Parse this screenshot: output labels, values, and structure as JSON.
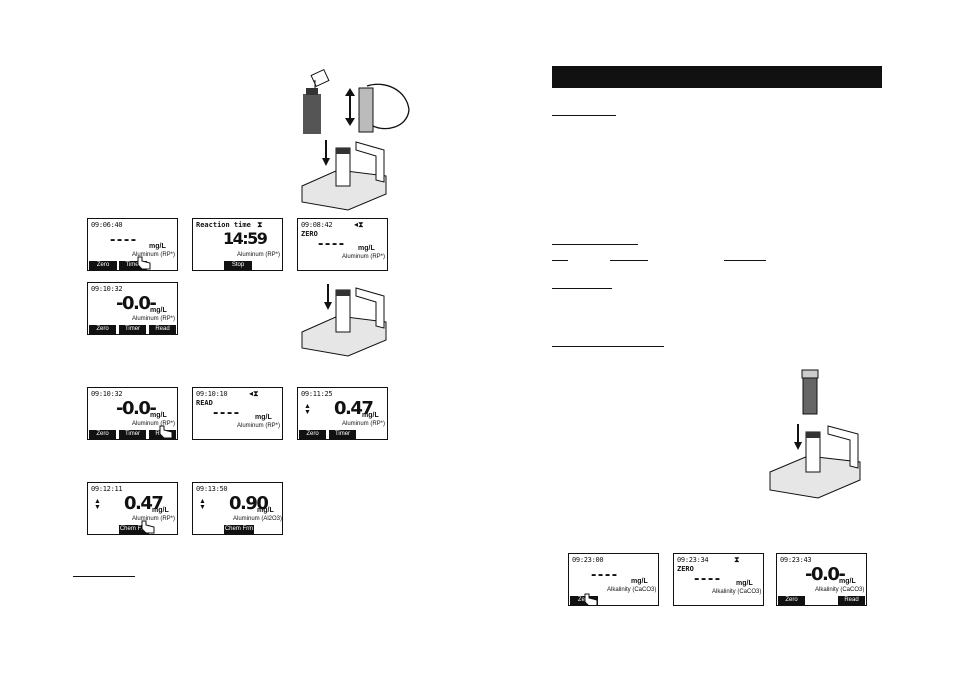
{
  "screens": {
    "s1": {
      "time": "09:06:40",
      "value": "- - - -",
      "unit": "mg/L",
      "param": "Aluminum (RP*)",
      "keys": [
        "Zero",
        "Timer"
      ]
    },
    "s2": {
      "label": "Reaction time",
      "value": "14:59",
      "param": "Aluminum (RP*)",
      "keys": [
        "Stop"
      ]
    },
    "s3": {
      "time": "09:08:42",
      "label": "ZERO",
      "value": "- - - -",
      "unit": "mg/L",
      "param": "Aluminum (RP*)"
    },
    "s4": {
      "time": "09:10:32",
      "value": "-0.0-",
      "unit": "mg/L",
      "param": "Aluminum (RP*)",
      "keys": [
        "Zero",
        "Timer",
        "Read"
      ]
    },
    "s5": {
      "time": "09:10:32",
      "value": "-0.0-",
      "unit": "mg/L",
      "param": "Aluminum (RP*)",
      "keys": [
        "Zero",
        "Timer",
        "Read"
      ]
    },
    "s6": {
      "time": "09:10:10",
      "label": "READ",
      "value": "- - - -",
      "unit": "mg/L",
      "param": "Aluminum (RP*)"
    },
    "s7": {
      "time": "09:11:25",
      "value": "0.47",
      "unit": "mg/L",
      "param": "Aluminum (RP*)",
      "keys": [
        "Zero",
        "Timer"
      ]
    },
    "s8": {
      "time": "09:12:11",
      "value": "0.47",
      "unit": "mg/L",
      "param": "Aluminum (RP*)",
      "keys": [
        "Chem Frm"
      ]
    },
    "s9": {
      "time": "09:13:50",
      "value": "0.90",
      "unit": "mg/L",
      "param": "Aluminum (Al2O3)",
      "keys": [
        "Chem Frm"
      ]
    },
    "s10": {
      "time": "09:23:00",
      "value": "- - - -",
      "unit": "mg/L",
      "param": "Alkalinity (CaCO3)",
      "keys": [
        "Zero"
      ]
    },
    "s11": {
      "time": "09:23:34",
      "label": "ZERO",
      "value": "- - - -",
      "unit": "mg/L",
      "param": "Alkalinity (CaCO3)"
    },
    "s12": {
      "time": "09:23:43",
      "value": "-0.0-",
      "unit": "mg/L",
      "param": "Alkalinity (CaCO3)",
      "keys": [
        "Zero",
        "Read"
      ]
    }
  },
  "colors": {
    "ink": "#111111",
    "paper": "#ffffff",
    "device_gray": "#d8d8d8"
  },
  "icons": [
    "hourglass-icon",
    "lamp-icon",
    "finger-pointer-icon",
    "up-down-arrow-icon"
  ]
}
